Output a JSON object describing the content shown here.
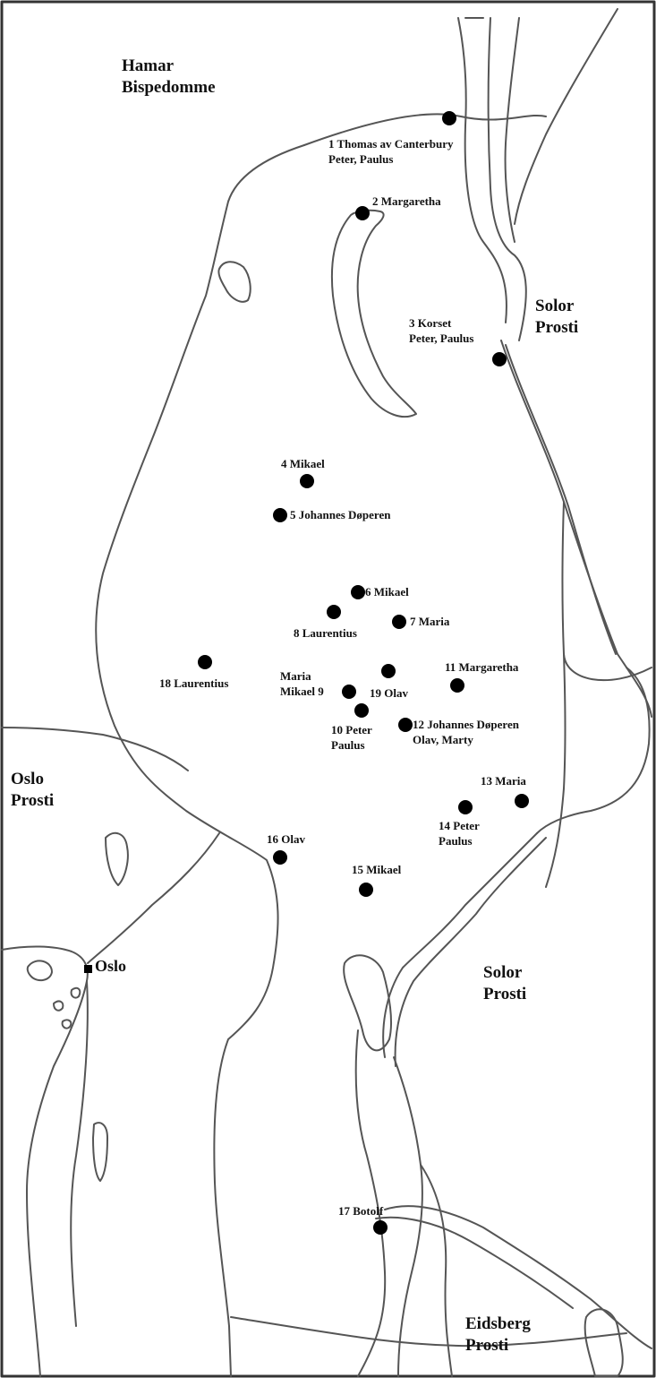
{
  "map": {
    "line_color": "#555555",
    "regions": [
      {
        "id": "hamar",
        "text": "Hamar\nBispedomme"
      },
      {
        "id": "solor-north",
        "text": "Solor\nProsti"
      },
      {
        "id": "oslo-prosti",
        "text": "Oslo\nProsti"
      },
      {
        "id": "solor-south",
        "text": "Solor\nProsti"
      },
      {
        "id": "eidsberg",
        "text": "Eidsberg\nProsti"
      }
    ],
    "city": {
      "name": "Oslo"
    },
    "churches": [
      {
        "number": 1,
        "label": "1 Thomas av Canterbury\nPeter, Paulus"
      },
      {
        "number": 2,
        "label": "2 Margaretha"
      },
      {
        "number": 3,
        "label": "3 Korset\nPeter, Paulus"
      },
      {
        "number": 4,
        "label": "4 Mikael"
      },
      {
        "number": 5,
        "label": "5 Johannes Døperen"
      },
      {
        "number": 6,
        "label": "6 Mikael"
      },
      {
        "number": 7,
        "label": "7 Maria"
      },
      {
        "number": 8,
        "label": "8 Laurentius"
      },
      {
        "number": 9,
        "label": "Maria\nMikael 9"
      },
      {
        "number": 10,
        "label": "10 Peter\nPaulus"
      },
      {
        "number": 11,
        "label": "11 Margaretha"
      },
      {
        "number": 12,
        "label": "12 Johannes Døperen\nOlav, Marty"
      },
      {
        "number": 13,
        "label": "13 Maria"
      },
      {
        "number": 14,
        "label": "14 Peter\nPaulus"
      },
      {
        "number": 15,
        "label": "15 Mikael"
      },
      {
        "number": 16,
        "label": "16 Olav"
      },
      {
        "number": 17,
        "label": "17 Botolf"
      },
      {
        "number": 18,
        "label": "18 Laurentius"
      },
      {
        "number": 19,
        "label": "19 Olav"
      }
    ]
  }
}
